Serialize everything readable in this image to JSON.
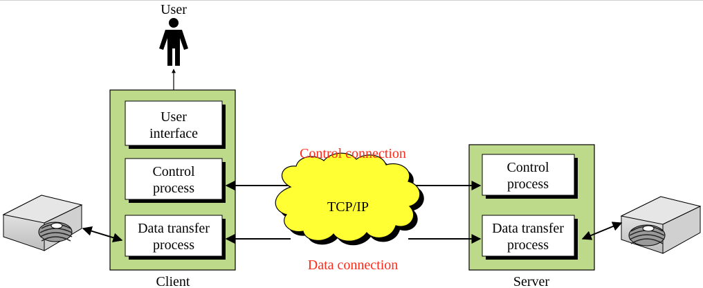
{
  "title": "",
  "nodes": {
    "user": "User",
    "client": "Client",
    "server": "Server",
    "cloud": "TCP/IP"
  },
  "client_boxes": {
    "user_interface": [
      "User",
      "interface"
    ],
    "control_process": [
      "Control",
      "process"
    ],
    "data_transfer": [
      "Data transfer",
      "process"
    ]
  },
  "server_boxes": {
    "control_process": [
      "Control",
      "process"
    ],
    "data_transfer": [
      "Data transfer",
      "process"
    ]
  },
  "connections": {
    "control": "Control connection",
    "data": "Data connection"
  },
  "colors": {
    "panel": "#bdd98a",
    "cloud": "#ffff33",
    "connection_label": "#ff2a1a"
  },
  "icons": [
    "person-icon",
    "disk-drive-icon"
  ]
}
